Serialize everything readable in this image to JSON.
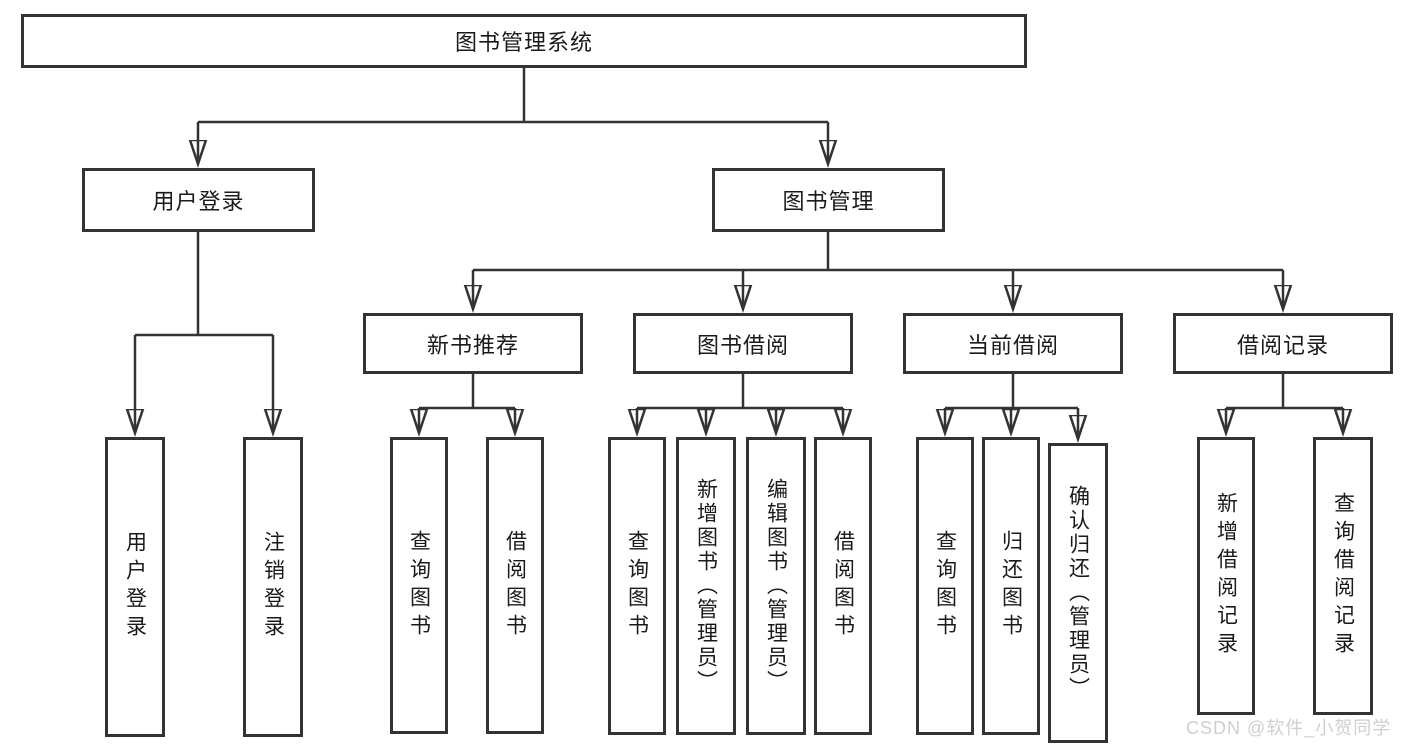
{
  "diagram": {
    "type": "tree-structure-chart",
    "watermark": "CSDN @软件_小贺同学",
    "colors": {
      "line": "#333333",
      "box_border": "#333333",
      "text": "#1a1a1a",
      "background": "#ffffff",
      "watermark_text": "#cbcbcb"
    },
    "nodes": {
      "root": "图书管理系统",
      "user_login": "用户登录",
      "book_management": "图书管理",
      "new_book_recommend": "新书推荐",
      "book_borrowing": "图书借阅",
      "current_borrowing": "当前借阅",
      "borrow_records": "借阅记录",
      "leaf_user_login": "用户登录",
      "leaf_logout": "注销登录",
      "leaf_recommend_query_books": "查询图书",
      "leaf_recommend_borrow_books": "借阅图书",
      "leaf_borrowing_query_books": "查询图书",
      "leaf_borrowing_add_books": "新增图书（管理员）",
      "leaf_borrowing_edit_books": "编辑图书（管理员）",
      "leaf_borrowing_borrow_books": "借阅图书",
      "leaf_current_query_books": "查询图书",
      "leaf_current_return_books": "归还图书",
      "leaf_current_confirm_return": "确认归还（管理员）",
      "leaf_records_add_record": "新增借阅记录",
      "leaf_records_query_record": "查询借阅记录"
    },
    "structure": {
      "图书管理系统": {
        "用户登录": [
          "用户登录",
          "注销登录"
        ],
        "图书管理": {
          "新书推荐": [
            "查询图书",
            "借阅图书"
          ],
          "图书借阅": [
            "查询图书",
            "新增图书（管理员）",
            "编辑图书（管理员）",
            "借阅图书"
          ],
          "当前借阅": [
            "查询图书",
            "归还图书",
            "确认归还（管理员）"
          ],
          "借阅记录": [
            "新增借阅记录",
            "查询借阅记录"
          ]
        }
      }
    }
  }
}
